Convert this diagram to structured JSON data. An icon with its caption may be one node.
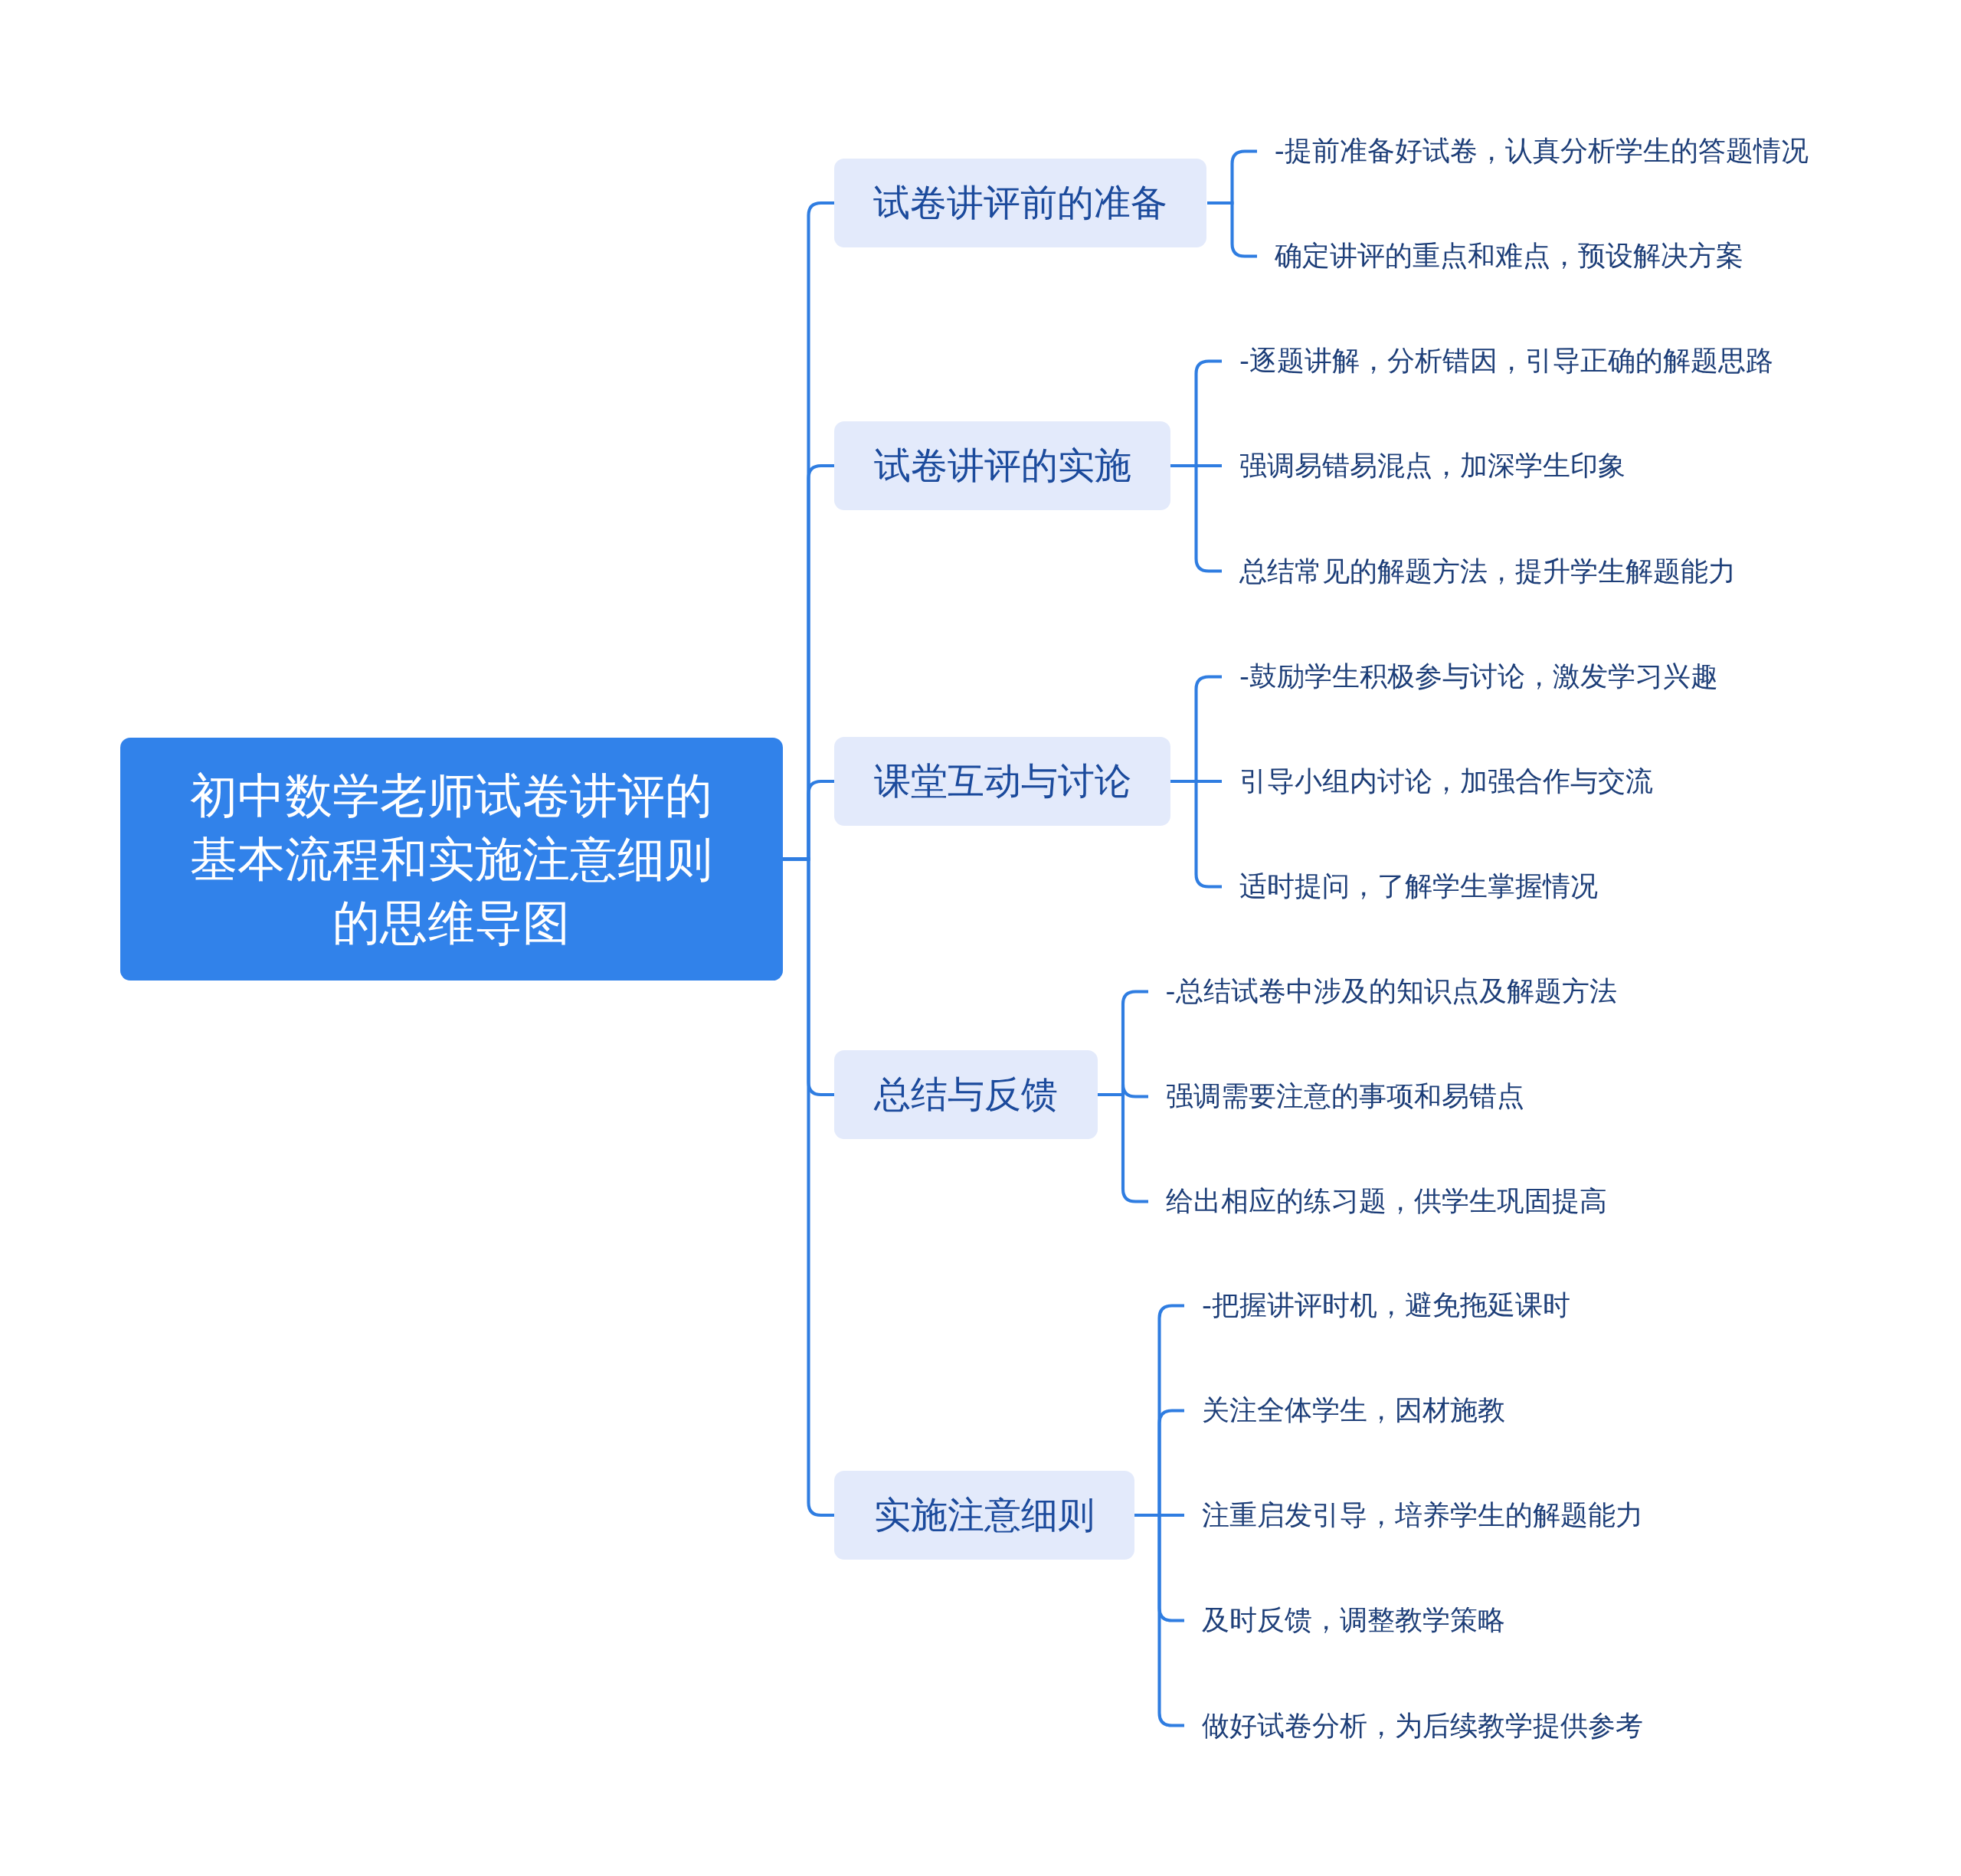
{
  "diagram": {
    "nodes": [
      {
        "text": [
          "初中数学老师试卷讲评的基本流程和实施注意细则的思维导图"
        ]
      },
      {
        "text": [
          "试卷讲评前的准备"
        ]
      },
      {
        "text": [
          "-提前准备好试卷，认真分析学生的答题情况"
        ]
      },
      {
        "text": [
          "确定讲评的重点和难点，预设解决方案"
        ]
      },
      {
        "text": [
          "试卷讲评的实施"
        ]
      },
      {
        "text": [
          "-逐题讲解，分析错因，引导正确的解题思路"
        ]
      },
      {
        "text": [
          "强调易错易混点，加深学生印象"
        ]
      },
      {
        "text": [
          "总结常见的解题方法，提升学生解题能力"
        ]
      },
      {
        "text": [
          "课堂互动与讨论"
        ]
      },
      {
        "text": [
          "-鼓励学生积极参与讨论，激发学习兴趣"
        ]
      },
      {
        "text": [
          "引导小组内讨论，加强合作与交流"
        ]
      },
      {
        "text": [
          "适时提问，了解学生掌握情况"
        ]
      },
      {
        "text": [
          "总结与反馈"
        ]
      },
      {
        "text": [
          "-总结试卷中涉及的知识点及解题方法"
        ]
      },
      {
        "text": [
          "强调需要注意的事项和易错点"
        ]
      },
      {
        "text": [
          "给出相应的练习题，供学生巩固提高"
        ]
      },
      {
        "text": [
          "实施注意细则"
        ]
      },
      {
        "text": [
          "-把握讲评时机，避免拖延课时"
        ]
      },
      {
        "text": [
          "关注全体学生，因材施教"
        ]
      },
      {
        "text": [
          "注重启发引导，培养学生的解题能力"
        ]
      },
      {
        "text": [
          "及时反馈，调整教学策略"
        ]
      },
      {
        "text": [
          "做好试卷分析，为后续教学提供参考"
        ]
      }
    ],
    "edges": [
      {
        "from": 0,
        "to": 1,
        "arrow": "none"
      },
      {
        "from": 0,
        "to": 4,
        "arrow": "none"
      },
      {
        "from": 0,
        "to": 8,
        "arrow": "none"
      },
      {
        "from": 0,
        "to": 12,
        "arrow": "none"
      },
      {
        "from": 0,
        "to": 16,
        "arrow": "none"
      },
      {
        "from": 1,
        "to": 2,
        "arrow": "none"
      },
      {
        "from": 1,
        "to": 3,
        "arrow": "none"
      },
      {
        "from": 4,
        "to": 5,
        "arrow": "none"
      },
      {
        "from": 4,
        "to": 6,
        "arrow": "none"
      },
      {
        "from": 4,
        "to": 7,
        "arrow": "none"
      },
      {
        "from": 8,
        "to": 9,
        "arrow": "none"
      },
      {
        "from": 8,
        "to": 10,
        "arrow": "none"
      },
      {
        "from": 8,
        "to": 11,
        "arrow": "none"
      },
      {
        "from": 12,
        "to": 13,
        "arrow": "none"
      },
      {
        "from": 12,
        "to": 14,
        "arrow": "none"
      },
      {
        "from": 12,
        "to": 15,
        "arrow": "none"
      },
      {
        "from": 16,
        "to": 17,
        "arrow": "none"
      },
      {
        "from": 16,
        "to": 18,
        "arrow": "none"
      },
      {
        "from": 16,
        "to": 19,
        "arrow": "none"
      },
      {
        "from": 16,
        "to": 20,
        "arrow": "none"
      },
      {
        "from": 16,
        "to": 21,
        "arrow": "none"
      }
    ]
  }
}
